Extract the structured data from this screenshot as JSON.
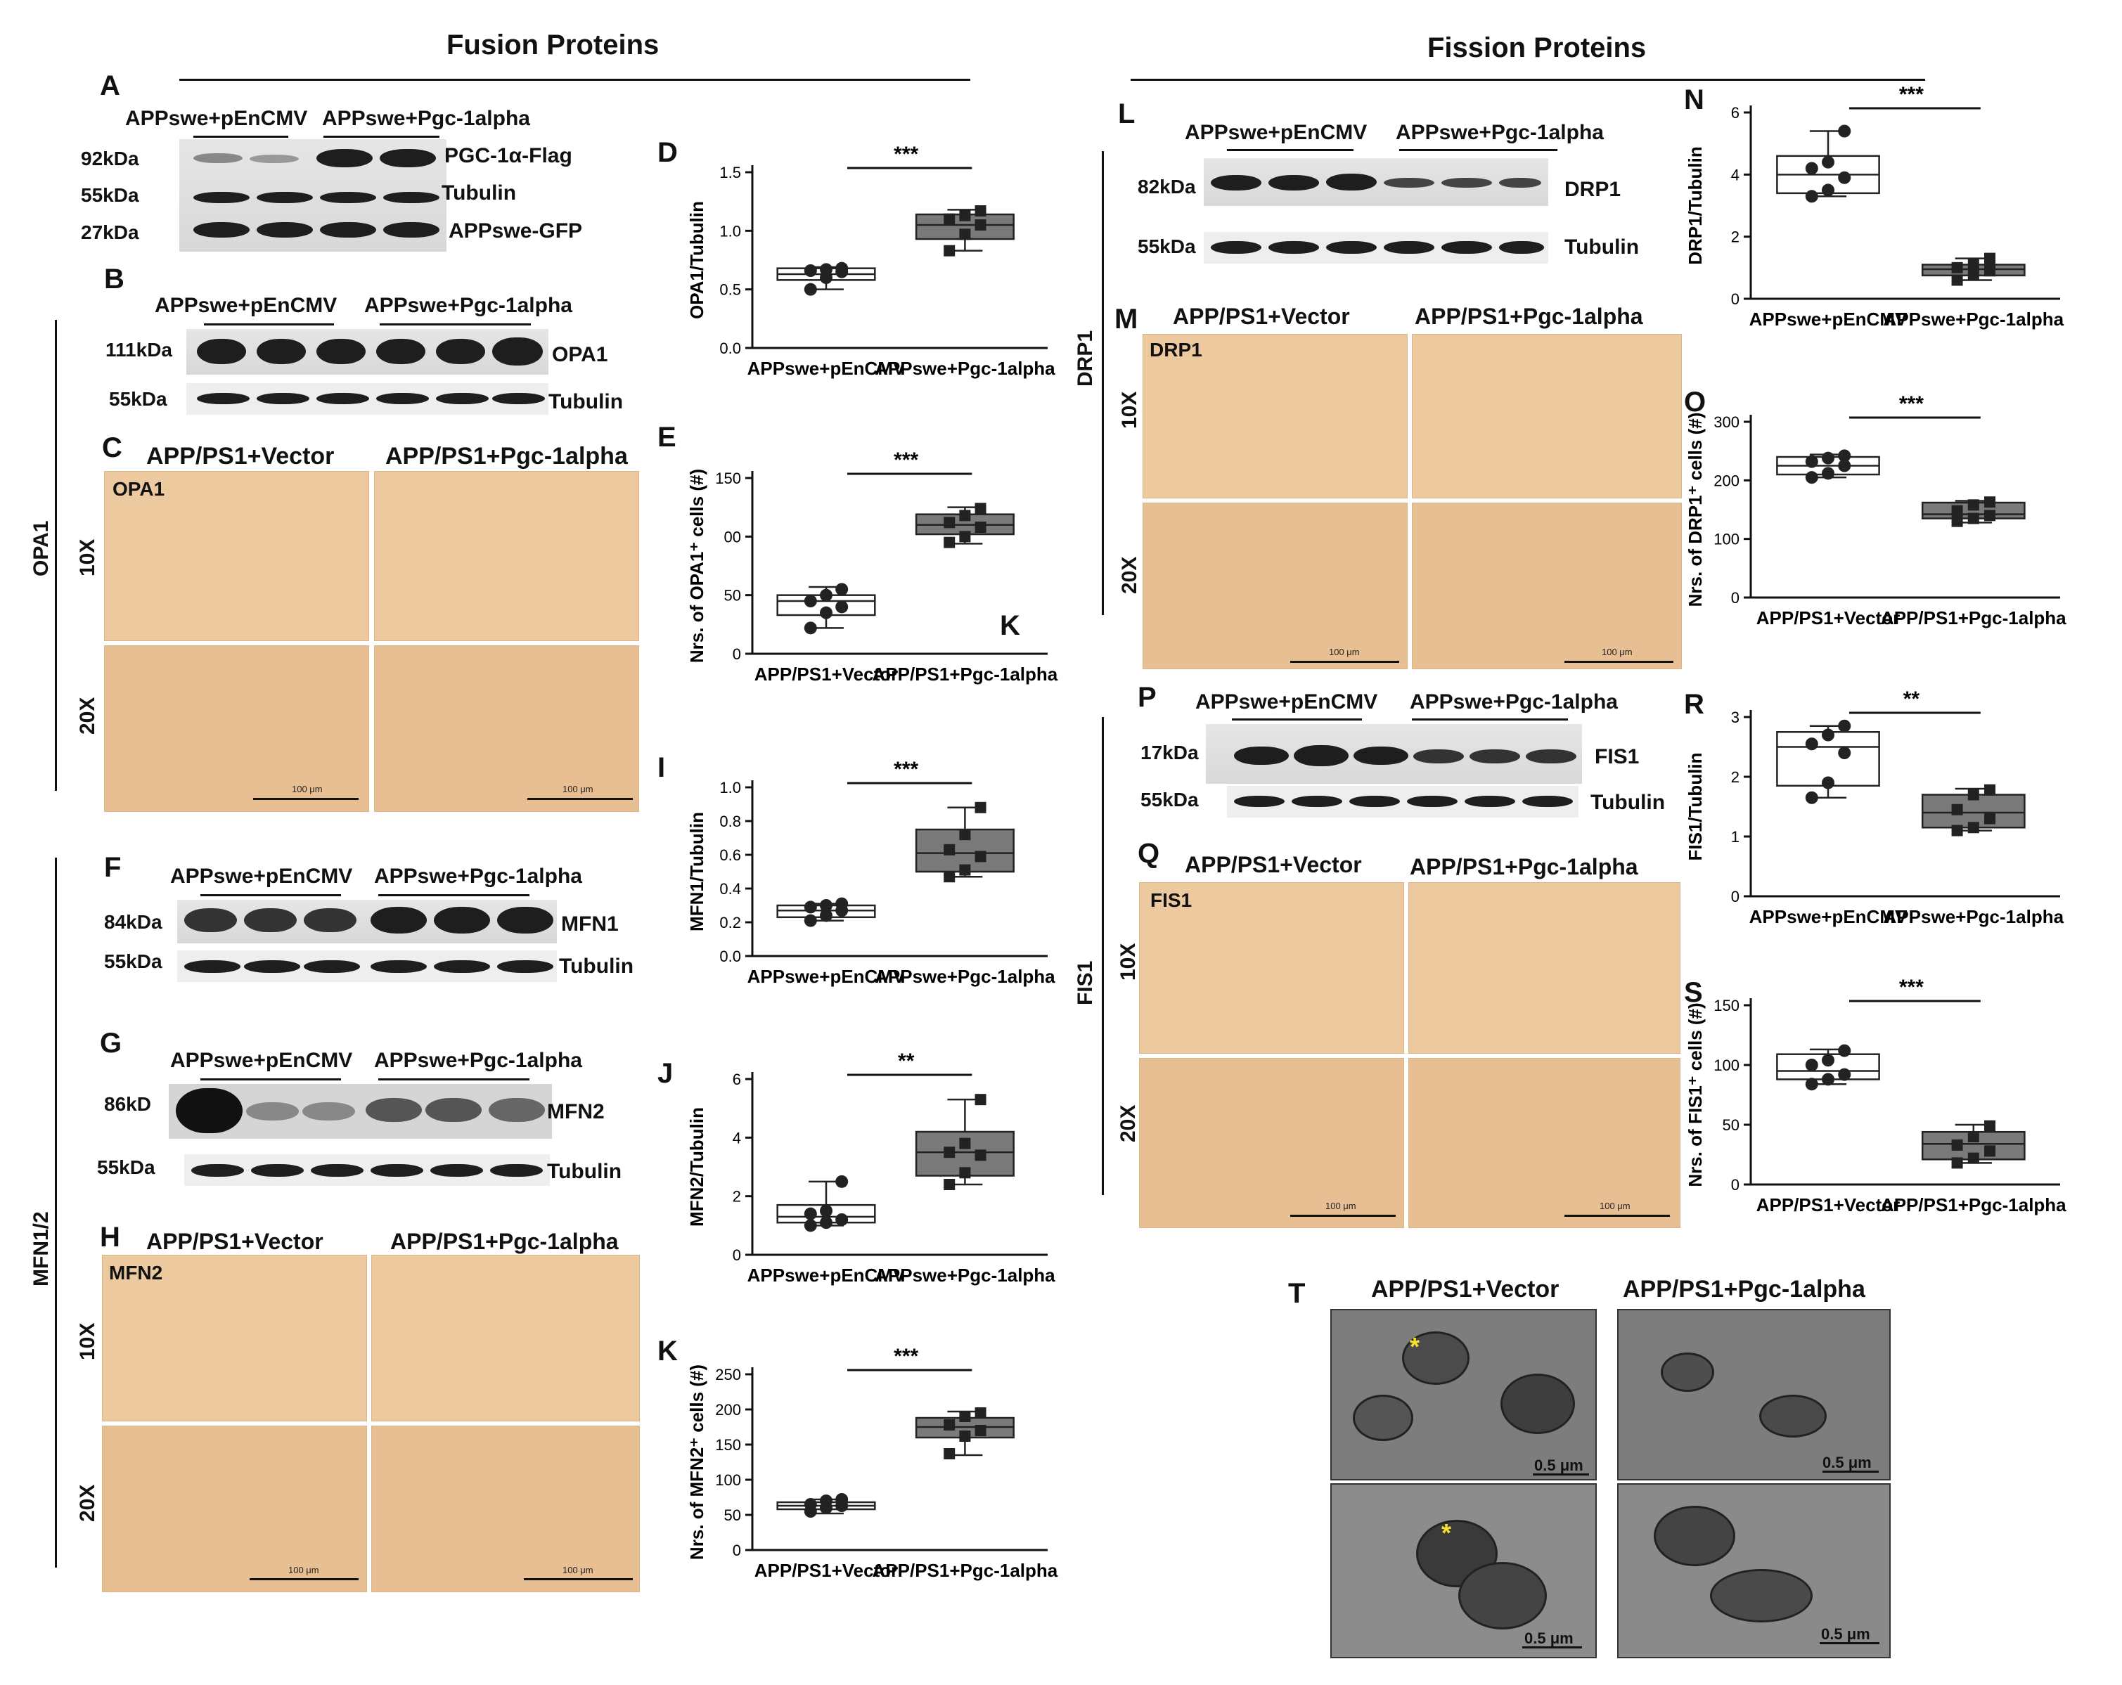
{
  "sections": {
    "fusion": "Fusion Proteins",
    "fission": "Fission Proteins"
  },
  "groups": {
    "pencmv": "APPswe+pEnCMV",
    "pgc": "APPswe+Pgc-1alpha",
    "vector": "APP/PS1+Vector",
    "tgpgc": "APP/PS1+Pgc-1alpha"
  },
  "sidebars": {
    "opa1": "OPA1",
    "mfn": "MFN1/2",
    "drp1": "DRP1",
    "fis1": "FIS1"
  },
  "mags": {
    "x10": "10X",
    "x20": "20X"
  },
  "scalebar": "100 μm",
  "em_scale": "0.5 μm",
  "em_star": "*",
  "panels": {
    "A": {
      "letter": "A",
      "kda1": "92kDa",
      "kda2": "55kDa",
      "kda3": "27kDa",
      "p1": "PGC-1α-Flag",
      "p2": "Tubulin",
      "p3": "APPswe-GFP"
    },
    "B": {
      "letter": "B",
      "kda1": "111kDa",
      "kda2": "55kDa",
      "p1": "OPA1",
      "p2": "Tubulin"
    },
    "C": {
      "letter": "C",
      "stain": "OPA1"
    },
    "F": {
      "letter": "F",
      "kda1": "84kDa",
      "kda2": "55kDa",
      "p1": "MFN1",
      "p2": "Tubulin"
    },
    "G": {
      "letter": "G",
      "kda1": "86kD",
      "kda2": "55kDa",
      "p1": "MFN2",
      "p2": "Tubulin"
    },
    "H": {
      "letter": "H",
      "stain": "MFN2"
    },
    "L": {
      "letter": "L",
      "kda1": "82kDa",
      "kda2": "55kDa",
      "p1": "DRP1",
      "p2": "Tubulin"
    },
    "M": {
      "letter": "M",
      "stain": "DRP1"
    },
    "P": {
      "letter": "P",
      "kda1": "17kDa",
      "kda2": "55kDa",
      "p1": "FIS1",
      "p2": "Tubulin"
    },
    "Q": {
      "letter": "Q",
      "stain": "FIS1"
    },
    "Kx": {
      "letter": "K"
    },
    "T": {
      "letter": "T"
    }
  },
  "chart_data": [
    {
      "id": "D",
      "type": "box",
      "title": "",
      "ylabel": "OPA1/Tubulin",
      "categories": [
        "APPswe+pEnCMV",
        "APPswe+Pgc-1alpha"
      ],
      "ylim": [
        0,
        1.5
      ],
      "yticks": [
        "0.0",
        "0.5",
        "1.0",
        "1.5"
      ],
      "sig": "***",
      "boxes": [
        {
          "min": 0.5,
          "q1": 0.58,
          "median": 0.63,
          "q3": 0.68,
          "max": 0.69
        },
        {
          "min": 0.83,
          "q1": 0.93,
          "median": 1.05,
          "q3": 1.14,
          "max": 1.18
        }
      ],
      "points": [
        [
          0.5,
          0.6,
          0.65,
          0.66,
          0.67,
          0.68
        ],
        [
          0.83,
          0.97,
          1.05,
          1.1,
          1.13,
          1.17
        ]
      ],
      "shade": [
        false,
        true
      ]
    },
    {
      "id": "E",
      "type": "box",
      "title": "",
      "ylabel": "Nrs. of OPA1⁺ cells (#)",
      "categories": [
        "APP/PS1+Vector",
        "APP/PS1+Pgc-1alpha"
      ],
      "ylim": [
        0,
        150
      ],
      "yticks": [
        "0",
        "50",
        "00",
        "150"
      ],
      "sig": "***",
      "boxes": [
        {
          "min": 22,
          "q1": 33,
          "median": 45,
          "q3": 50,
          "max": 57
        },
        {
          "min": 94,
          "q1": 102,
          "median": 110,
          "q3": 119,
          "max": 125
        }
      ],
      "points": [
        [
          22,
          35,
          40,
          45,
          50,
          55
        ],
        [
          95,
          100,
          108,
          112,
          118,
          124
        ]
      ],
      "shade": [
        false,
        true
      ]
    },
    {
      "id": "I",
      "type": "box",
      "title": "",
      "ylabel": "MFN1/Tubulin",
      "categories": [
        "APPswe+pEnCMV",
        "APPswe+Pgc-1alpha"
      ],
      "ylim": [
        0,
        1.0
      ],
      "yticks": [
        "0.0",
        "0.2",
        "0.4",
        "0.6",
        "0.8",
        "1.0"
      ],
      "sig": "***",
      "boxes": [
        {
          "min": 0.21,
          "q1": 0.23,
          "median": 0.27,
          "q3": 0.3,
          "max": 0.31
        },
        {
          "min": 0.47,
          "q1": 0.5,
          "median": 0.61,
          "q3": 0.75,
          "max": 0.88
        }
      ],
      "points": [
        [
          0.21,
          0.24,
          0.27,
          0.29,
          0.3,
          0.31
        ],
        [
          0.47,
          0.51,
          0.59,
          0.63,
          0.72,
          0.88
        ]
      ],
      "shade": [
        false,
        true
      ]
    },
    {
      "id": "J",
      "type": "box",
      "title": "",
      "ylabel": "MFN2/Tubulin",
      "categories": [
        "APPswe+pEnCMV",
        "APPswe+Pgc-1alpha"
      ],
      "ylim": [
        0,
        6
      ],
      "yticks": [
        "0",
        "2",
        "4",
        "6"
      ],
      "sig": "**",
      "boxes": [
        {
          "min": 1.0,
          "q1": 1.1,
          "median": 1.3,
          "q3": 1.7,
          "max": 2.5
        },
        {
          "min": 2.4,
          "q1": 2.7,
          "median": 3.5,
          "q3": 4.2,
          "max": 5.3
        }
      ],
      "points": [
        [
          1.0,
          1.1,
          1.2,
          1.4,
          1.5,
          2.5
        ],
        [
          2.4,
          2.8,
          3.4,
          3.5,
          3.8,
          5.3
        ]
      ],
      "shade": [
        false,
        true
      ]
    },
    {
      "id": "K",
      "type": "box",
      "title": "",
      "ylabel": "Nrs. of MFN2⁺ cells (#)",
      "categories": [
        "APP/PS1+Vector",
        "APP/PS1+Pgc-1alpha"
      ],
      "ylim": [
        0,
        250
      ],
      "yticks": [
        "0",
        "50",
        "100",
        "150",
        "200",
        "250"
      ],
      "sig": "***",
      "boxes": [
        {
          "min": 52,
          "q1": 58,
          "median": 63,
          "q3": 68,
          "max": 72
        },
        {
          "min": 135,
          "q1": 160,
          "median": 175,
          "q3": 188,
          "max": 197
        }
      ],
      "points": [
        [
          55,
          60,
          63,
          65,
          70,
          72
        ],
        [
          137,
          162,
          170,
          178,
          190,
          195
        ]
      ],
      "shade": [
        false,
        true
      ]
    },
    {
      "id": "N",
      "type": "box",
      "title": "",
      "ylabel": "DRP1/Tubulin",
      "categories": [
        "APPswe+pEnCMV",
        "APPswe+Pgc-1alpha"
      ],
      "ylim": [
        0,
        6
      ],
      "yticks": [
        "0",
        "2",
        "4",
        "6"
      ],
      "sig": "***",
      "boxes": [
        {
          "min": 3.3,
          "q1": 3.4,
          "median": 4.0,
          "q3": 4.6,
          "max": 5.4
        },
        {
          "min": 0.6,
          "q1": 0.75,
          "median": 0.95,
          "q3": 1.1,
          "max": 1.3
        }
      ],
      "points": [
        [
          3.3,
          3.5,
          3.9,
          4.2,
          4.4,
          5.4
        ],
        [
          0.6,
          0.8,
          0.9,
          1.0,
          1.1,
          1.3
        ]
      ],
      "shade": [
        false,
        true
      ]
    },
    {
      "id": "O",
      "type": "box",
      "title": "",
      "ylabel": "Nrs. of DRP1⁺ cells (#)",
      "categories": [
        "APP/PS1+Vector",
        "APP/PS1+Pgc-1alpha"
      ],
      "ylim": [
        0,
        300
      ],
      "yticks": [
        "0",
        "100",
        "200",
        "300"
      ],
      "sig": "***",
      "boxes": [
        {
          "min": 205,
          "q1": 210,
          "median": 225,
          "q3": 240,
          "max": 244
        },
        {
          "min": 128,
          "q1": 135,
          "median": 142,
          "q3": 162,
          "max": 165
        }
      ],
      "points": [
        [
          205,
          212,
          225,
          232,
          238,
          242
        ],
        [
          130,
          135,
          140,
          148,
          158,
          163
        ]
      ],
      "shade": [
        false,
        true
      ]
    },
    {
      "id": "R",
      "type": "box",
      "title": "",
      "ylabel": "FIS1/Tubulin",
      "categories": [
        "APPswe+pEnCMV",
        "APPswe+Pgc-1alpha"
      ],
      "ylim": [
        0,
        3
      ],
      "yticks": [
        "0",
        "1",
        "2",
        "3"
      ],
      "sig": "**",
      "boxes": [
        {
          "min": 1.65,
          "q1": 1.85,
          "median": 2.5,
          "q3": 2.75,
          "max": 2.85
        },
        {
          "min": 1.1,
          "q1": 1.15,
          "median": 1.4,
          "q3": 1.7,
          "max": 1.8
        }
      ],
      "points": [
        [
          1.65,
          1.9,
          2.4,
          2.55,
          2.7,
          2.85
        ],
        [
          1.1,
          1.15,
          1.3,
          1.45,
          1.7,
          1.78
        ]
      ],
      "shade": [
        false,
        true
      ]
    },
    {
      "id": "S",
      "type": "box",
      "title": "",
      "ylabel": "Nrs. of FIS1⁺ cells (#)",
      "categories": [
        "APP/PS1+Vector",
        "APP/PS1+Pgc-1alpha"
      ],
      "ylim": [
        0,
        150
      ],
      "yticks": [
        "0",
        "50",
        "100",
        "150"
      ],
      "sig": "***",
      "boxes": [
        {
          "min": 84,
          "q1": 88,
          "median": 95,
          "q3": 109,
          "max": 113
        },
        {
          "min": 18,
          "q1": 21,
          "median": 34,
          "q3": 44,
          "max": 50
        }
      ],
      "points": [
        [
          84,
          88,
          92,
          100,
          104,
          112
        ],
        [
          18,
          22,
          28,
          33,
          40,
          49
        ]
      ],
      "shade": [
        false,
        true
      ]
    }
  ]
}
